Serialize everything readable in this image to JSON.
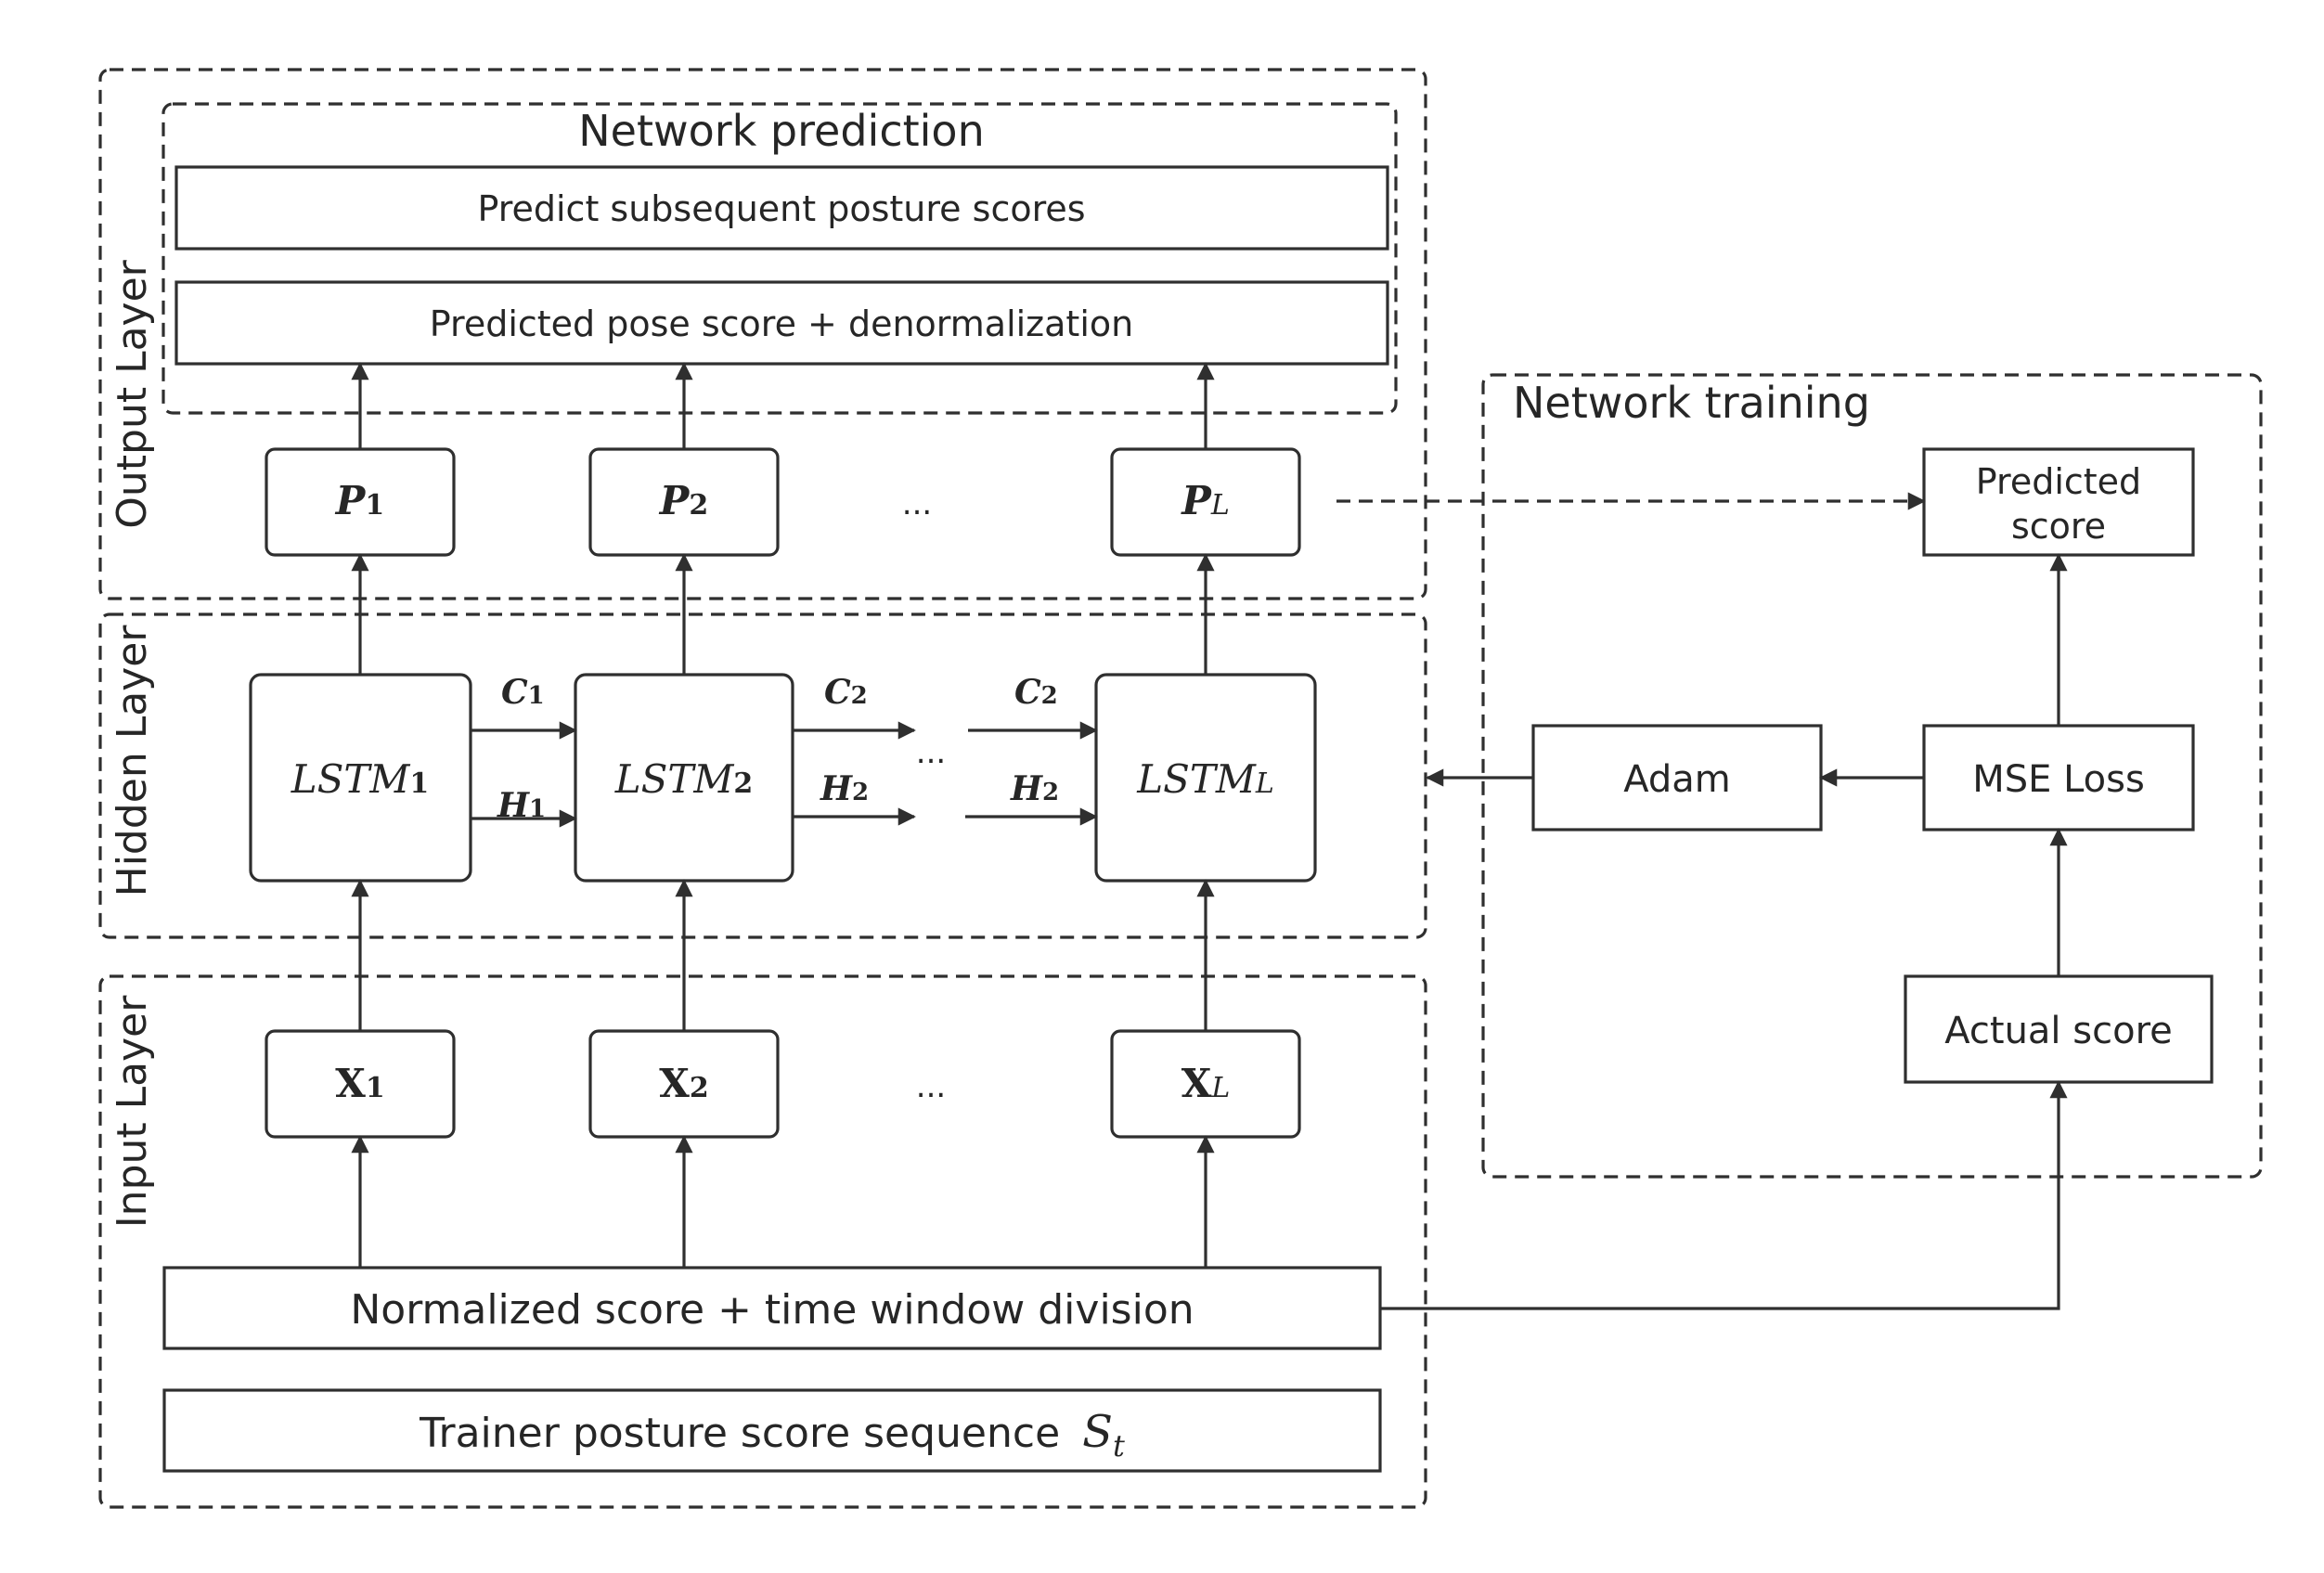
{
  "sections": {
    "output_layer": "Output Layer",
    "hidden_layer": "Hidden Layer",
    "input_layer": "Input Layer",
    "network_prediction": "Network prediction",
    "network_training": "Network training"
  },
  "prediction": {
    "subsequent": "Predict subsequent posture scores",
    "denormalization": "Predicted pose score + denormalization"
  },
  "outputs": {
    "p1": "1",
    "p2": "2",
    "pl": "L",
    "p_symbol": "P",
    "ellipsis": "..."
  },
  "lstm": {
    "name": "LSTM",
    "sub1": "1",
    "sub2": "2",
    "subL": "L",
    "c1": "1",
    "c2": "2",
    "c2b": "2",
    "h1": "1",
    "h2": "2",
    "h2b": "2",
    "c_symbol": "C",
    "h_symbol": "H",
    "ellipsis": "..."
  },
  "inputs": {
    "x_symbol": "X",
    "x1": "1",
    "x2": "2",
    "xl": "L",
    "ellipsis": "..."
  },
  "input_boxes": {
    "normalized": "Normalized score + time window division",
    "sequence": "Trainer posture score sequence",
    "sequence_symbol": "S",
    "sequence_sub": "t"
  },
  "training": {
    "predicted_line1": "Predicted",
    "predicted_line2": "score",
    "mse": "MSE Loss",
    "adam": "Adam",
    "actual": "Actual score"
  }
}
